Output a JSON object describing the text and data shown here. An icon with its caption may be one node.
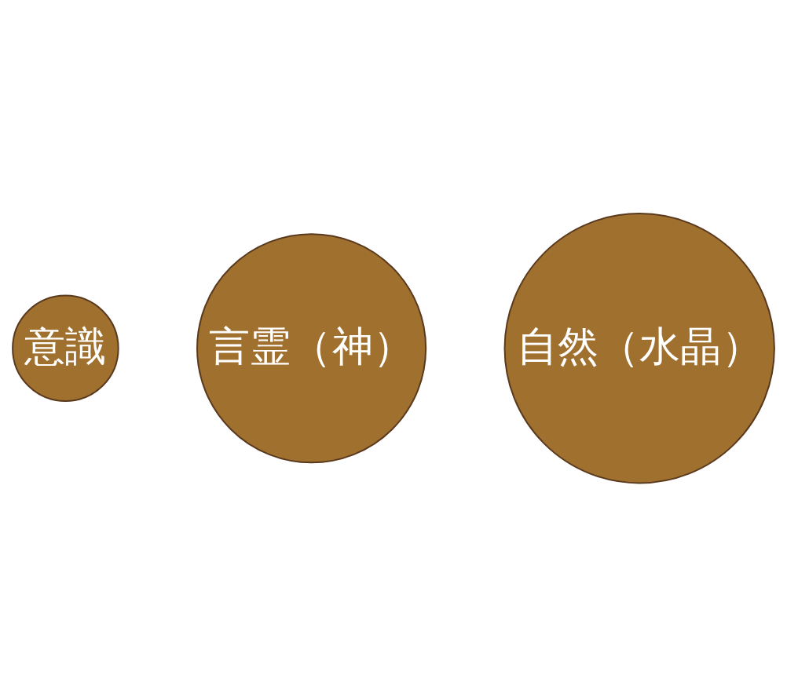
{
  "diagram": {
    "nodes": [
      {
        "text": [
          "意識"
        ]
      },
      {
        "text": [
          "言霊（神）"
        ]
      },
      {
        "text": [
          "自然（水晶）"
        ]
      }
    ],
    "edges": []
  }
}
